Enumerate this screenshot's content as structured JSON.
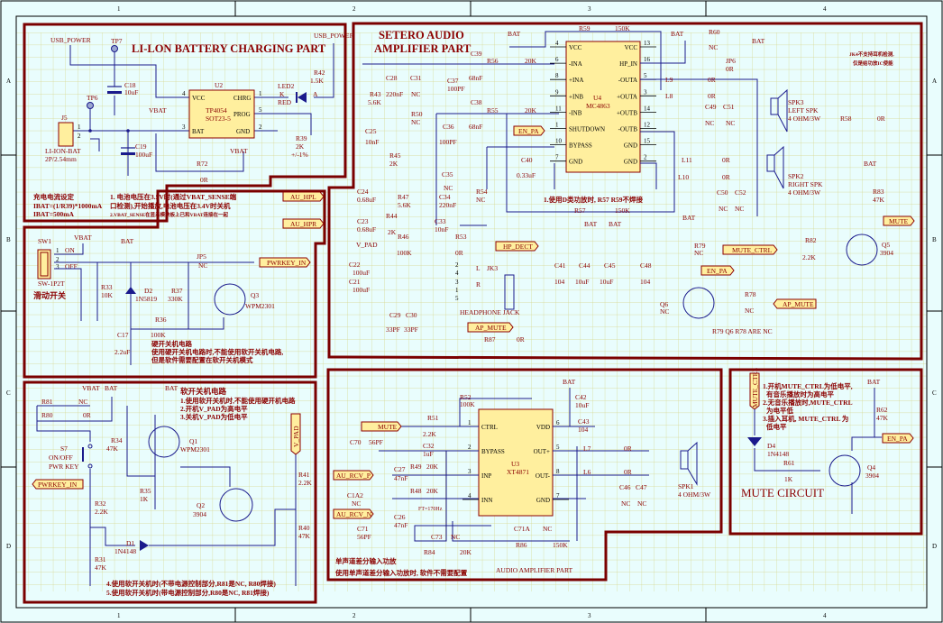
{
  "border": {
    "columns": [
      "1",
      "2",
      "3",
      "4"
    ],
    "rows": [
      "A",
      "B",
      "C",
      "D"
    ]
  },
  "charging": {
    "title": "LI-LON BATTERY CHARGING PART",
    "usb_power_1": "USB_POWER",
    "usb_power_2": "USB_POWER",
    "tp7": "TP7",
    "tp6": "TP6",
    "c18": {
      "ref": "C18",
      "val": "10uF"
    },
    "c19": {
      "ref": "C19",
      "val": "100uF"
    },
    "j5": {
      "ref": "J5",
      "val1": "LI-ION-BAT",
      "val2": "2P/2.54mm"
    },
    "u2": {
      "ref": "U2",
      "part": "TP4054",
      "pkg": "SOT23-5",
      "pins": {
        "vcc": "VCC",
        "bat": "BAT",
        "chrg": "CHRG",
        "prog": "PROG",
        "gnd": "GND"
      },
      "nums": {
        "vcc": "4",
        "bat": "3",
        "chrg": "1",
        "prog": "5",
        "gnd": "2"
      }
    },
    "led2": {
      "ref": "LED2",
      "k": "K",
      "a": "A",
      "color": "RED"
    },
    "r42": {
      "ref": "R42",
      "val": "1.5K"
    },
    "r39": {
      "ref": "R39",
      "val": "2K",
      "tol": "+/-1%"
    },
    "r72": {
      "ref": "R72",
      "val": "0R"
    },
    "vbat1": "VBAT",
    "vbat2": "VBAT",
    "notes_left": [
      "充电电流设定",
      "IBAT=(1/R39)*1000mA",
      "IBAT=500mA"
    ],
    "notes_right": [
      "1. 电池电压在3.5V时(通过VBAT_SENSE端",
      "口检测),开始播放,电池电压在3.4V时关机",
      "2.VBAT_SENSE在显示模块板上已和VBAT连接在一起"
    ]
  },
  "hardswitch": {
    "sw1": {
      "ref": "SW1",
      "part": "SW-1P2T",
      "on": "ON",
      "off": "OFF",
      "p1": "1",
      "p2": "2",
      "p3": "3"
    },
    "caption": "滑动开关",
    "vbat": "VBAT",
    "bat": "BAT",
    "r33": {
      "ref": "R33",
      "val": "10K"
    },
    "d2": {
      "ref": "D2",
      "val": "1N5819"
    },
    "r37": {
      "ref": "R37",
      "val": "330K"
    },
    "r36": {
      "ref": "R36",
      "val": "100K"
    },
    "c17": {
      "ref": "C17",
      "val": "2.2uF"
    },
    "jp5": {
      "ref": "JP5",
      "val": "NC"
    },
    "q3": {
      "ref": "Q3",
      "val": "WPM2301"
    },
    "net_pwrkey": "PWRKEY_IN",
    "notes": [
      "硬开关机电路",
      "使用硬开关机电路时,不能使用软开关机电路,",
      "但是软件需要配置在软开关机模式"
    ]
  },
  "softswitch": {
    "vbat": "VBAT",
    "bat1": "BAT",
    "bat2": "BAT",
    "r81": {
      "ref": "R81",
      "val": "NC"
    },
    "r80": {
      "ref": "R80",
      "val": "0R"
    },
    "s7": {
      "ref": "S7",
      "val1": "ON/OFF",
      "val2": "PWR KEY"
    },
    "net_pwrkey": "PWRKEY_IN",
    "r34": {
      "ref": "R34",
      "val": "47K"
    },
    "q1": {
      "ref": "Q1",
      "val": "WPM2301"
    },
    "r35": {
      "ref": "R35",
      "val": "1K"
    },
    "q2": {
      "ref": "Q2",
      "val": "3904"
    },
    "r32": {
      "ref": "R32",
      "val": "2.2K"
    },
    "r31": {
      "ref": "R31",
      "val": "47K"
    },
    "d1": {
      "ref": "D1",
      "val": "1N4148"
    },
    "r41": {
      "ref": "R41",
      "val": "2.2K"
    },
    "r40": {
      "ref": "R40",
      "val": "47K"
    },
    "net_vpad": "V_PAD",
    "notes_top": [
      "软开关机电路",
      "1.使用软开关机时,不能使用硬开机电路",
      "2.开机V_PAD为高电平",
      "3.关机V_PAD为低电平"
    ],
    "notes_bottom": [
      "4.使用软开关机时(不带电源控制部分,R81是NC, R80焊接)",
      "5.使用软开关机时(带电源控制部分,R80是NC, R81焊接)"
    ]
  },
  "stereo": {
    "title1": "SETERO AUDIO",
    "title2": "AMPLIFIER PART",
    "bat1": "BAT",
    "bat2": "BAT",
    "bat3": "BAT",
    "bat4": "BAT",
    "bat5": "BAT",
    "bat6": "BAT",
    "u4": {
      "ref": "U4",
      "part": "MC4863",
      "left": [
        {
          "n": "4",
          "p": "VCC"
        },
        {
          "n": "6",
          "p": "-INA"
        },
        {
          "n": "8",
          "p": "+INA"
        },
        {
          "n": "9",
          "p": "+INB"
        },
        {
          "n": "11",
          "p": "-INB"
        },
        {
          "n": "1",
          "p": "SHUTDOWN"
        },
        {
          "n": "10",
          "p": "BYPASS"
        },
        {
          "n": "7",
          "p": "GND"
        }
      ],
      "right": [
        {
          "n": "13",
          "p": "VCC"
        },
        {
          "n": "16",
          "p": "HP_IN"
        },
        {
          "n": "5",
          "p": "-OUTA"
        },
        {
          "n": "3",
          "p": "+OUTA"
        },
        {
          "n": "14",
          "p": "+OUTB"
        },
        {
          "n": "12",
          "p": "-OUTB"
        },
        {
          "n": "15",
          "p": "GND"
        },
        {
          "n": "2",
          "p": "GND"
        }
      ]
    },
    "r59": {
      "ref": "R59",
      "val": "150K"
    },
    "r57": {
      "ref": "R57",
      "val": "150K"
    },
    "r56": {
      "ref": "R56",
      "val": "20K"
    },
    "r55": {
      "ref": "R55",
      "val": "20K"
    },
    "c39": {
      "ref": "C39",
      "val": "68nF"
    },
    "c38": {
      "ref": "C38",
      "val": "68nF"
    },
    "c37": {
      "ref": "C37",
      "val": "100PF"
    },
    "c36": {
      "ref": "C36",
      "val": "100PF"
    },
    "c28": {
      "ref": "C28",
      "val": "220nF"
    },
    "c31": {
      "ref": "C31",
      "val": "NC"
    },
    "r43": {
      "ref": "R43",
      "val": "5.6K"
    },
    "r50": {
      "ref": "R50",
      "val": "NC"
    },
    "c25": {
      "ref": "C25",
      "val": "10nF"
    },
    "r45": {
      "ref": "R45",
      "val": "2K"
    },
    "c24": {
      "ref": "C24",
      "val": "0.68uF"
    },
    "c23": {
      "ref": "C23",
      "val": "0.68uF"
    },
    "r44": {
      "ref": "R44",
      "val": "2K"
    },
    "r47": {
      "ref": "R47",
      "val": "5.6K"
    },
    "c35": {
      "ref": "C35",
      "val": "NC"
    },
    "c34": {
      "ref": "C34",
      "val": "220nF"
    },
    "c33": {
      "ref": "C33",
      "val": "10nF"
    },
    "r54": {
      "ref": "R54",
      "val": "NC"
    },
    "c40": {
      "ref": "C40",
      "val": "0.33uF"
    },
    "r60": {
      "ref": "R60",
      "val": "NC"
    },
    "jp6": {
      "ref": "JP6",
      "val": "0R"
    },
    "l9": {
      "ref": "L9",
      "val": "0R"
    },
    "l8": {
      "ref": "L8",
      "val": "0R"
    },
    "l11": {
      "ref": "L11",
      "val": "0R"
    },
    "l10": {
      "ref": "L10",
      "val": "0R"
    },
    "c49": {
      "ref": "C49",
      "val": "NC"
    },
    "c51": {
      "ref": "C51",
      "val": "NC"
    },
    "c50": {
      "ref": "C50",
      "val": "NC"
    },
    "c52": {
      "ref": "C52",
      "val": "NC"
    },
    "spk3": {
      "ref": "SPK3",
      "val1": "LEFT SPK",
      "val2": "4 OHM/3W"
    },
    "spk2": {
      "ref": "SPK2",
      "val1": "RIGHT SPK",
      "val2": "4 OHM/3W"
    },
    "r58": {
      "ref": "R58",
      "val": "0R"
    },
    "jk_note": [
      "JK4不支持耳机检测,",
      "仅是给功放IC使能"
    ],
    "d_note": "1.使用D类功放时, R57 R59不焊接",
    "net_en_pa": "EN_PA",
    "net_au_hpl": "AU_HPL",
    "net_au_hpr": "AU_HPR",
    "net_vpad": "V_PAD",
    "r46": {
      "ref": "R46",
      "val": "100K"
    },
    "r53": {
      "ref": "R53",
      "val": "0R"
    },
    "net_hp_dect": "HP_DECT",
    "c22": {
      "ref": "C22",
      "val": "100uF"
    },
    "c21": {
      "ref": "C21",
      "val": "100uF"
    },
    "jk3": {
      "ref": "JK3",
      "l": "L",
      "r": "R",
      "pins": [
        "2",
        "4",
        "3",
        "1",
        "5"
      ],
      "label": "HEADPHONE JACK"
    },
    "c29": {
      "ref": "C29",
      "val": "33PF"
    },
    "c30": {
      "ref": "C30",
      "val": "33PF"
    },
    "net_ap_mute": "AP_MUTE",
    "r87": {
      "ref": "R87",
      "val": "0R"
    },
    "c41": {
      "ref": "C41",
      "val": "104"
    },
    "c44": {
      "ref": "C44",
      "val": "10uF"
    },
    "c45": {
      "ref": "C45",
      "val": "10uF"
    },
    "c48": {
      "ref": "C48",
      "val": "104"
    },
    "q6": {
      "ref": "Q6",
      "val": "NC"
    },
    "r79": {
      "ref": "R79",
      "val": "NC"
    },
    "r78": {
      "ref": "R78",
      "val": "NC"
    },
    "q5": {
      "ref": "Q5",
      "val": "3904"
    },
    "r82": {
      "ref": "R82",
      "val": "2.2K"
    },
    "r83": {
      "ref": "R83",
      "val": "47K"
    },
    "net_mute": "MUTE",
    "net_mute_ctrl": "MUTE_CTRL",
    "nc_note": "R79 Q6 R78 ARE NC"
  },
  "audio": {
    "title": "AUDIO AMPLIFIER PART",
    "bat": "BAT",
    "u3": {
      "ref": "U3",
      "part": "XT4871",
      "left": [
        {
          "n": "1",
          "p": "CTRL"
        },
        {
          "n": "2",
          "p": "BYPASS"
        },
        {
          "n": "3",
          "p": "INP"
        },
        {
          "n": "4",
          "p": "INN"
        }
      ],
      "right": [
        {
          "n": "6",
          "p": "VDD"
        },
        {
          "n": "5",
          "p": "OUT+"
        },
        {
          "n": "8",
          "p": "OUT-"
        },
        {
          "n": "7",
          "p": "GND"
        }
      ]
    },
    "r52": {
      "ref": "R52",
      "val": "100K"
    },
    "r51": {
      "ref": "R51",
      "val": "2.2K"
    },
    "net_mute": "MUTE",
    "c42": {
      "ref": "C42",
      "val": "10uF"
    },
    "c43": {
      "ref": "C43",
      "val": "104"
    },
    "c70": {
      "ref": "C70",
      "val": "56PF"
    },
    "c32": {
      "ref": "C32",
      "val": "1uF"
    },
    "net_au_rcv_p": "AU_RCV_P",
    "net_au_rcv_n": "AU_RCV_N",
    "c27": {
      "ref": "C27",
      "val": "47nF"
    },
    "c26": {
      "ref": "C26",
      "val": "47nF"
    },
    "r49": {
      "ref": "R49",
      "val": "20K"
    },
    "r48": {
      "ref": "R48",
      "val": "20K"
    },
    "ft": "FT=170Hz",
    "c1a2": {
      "ref": "C1A2",
      "val": "NC"
    },
    "c71": {
      "ref": "C71",
      "val": "56PF"
    },
    "c73": {
      "ref": "C73",
      "val": "NC"
    },
    "r84": {
      "ref": "R84",
      "val": "20K"
    },
    "c71a": {
      "ref": "C71A",
      "val": "NC"
    },
    "r86": {
      "ref": "R86",
      "val": "150K"
    },
    "l7": {
      "ref": "L7",
      "val": "0R"
    },
    "l6": {
      "ref": "L6",
      "val": "0R"
    },
    "c46": {
      "ref": "C46",
      "val": "NC"
    },
    "c47": {
      "ref": "C47",
      "val": "NC"
    },
    "spk1": {
      "ref": "SPK1",
      "val": "4 OHM/3W"
    },
    "notes": [
      "单声道差分输入功放",
      "使用单声道差分输入功放时, 软件不需要配置"
    ]
  },
  "mute": {
    "title": "MUTE CIRCUIT",
    "net_mute_ctrl": "MUTE_CTRL",
    "bat": "BAT",
    "d4": {
      "ref": "D4",
      "val": "1N4148"
    },
    "r61": {
      "ref": "R61",
      "val": "1K"
    },
    "r62": {
      "ref": "R62",
      "val": "47K"
    },
    "q4": {
      "ref": "Q4",
      "val": "3904"
    },
    "net_en_pa": "EN_PA",
    "notes": [
      "1.开机MUTE_CTRL为低电平,",
      "有音乐播放时为高电平",
      "2.无音乐播放时,MUTE_CTRL",
      "为电平低",
      "3.插入耳机, MUTE_CTRL 为",
      "低电平"
    ]
  }
}
